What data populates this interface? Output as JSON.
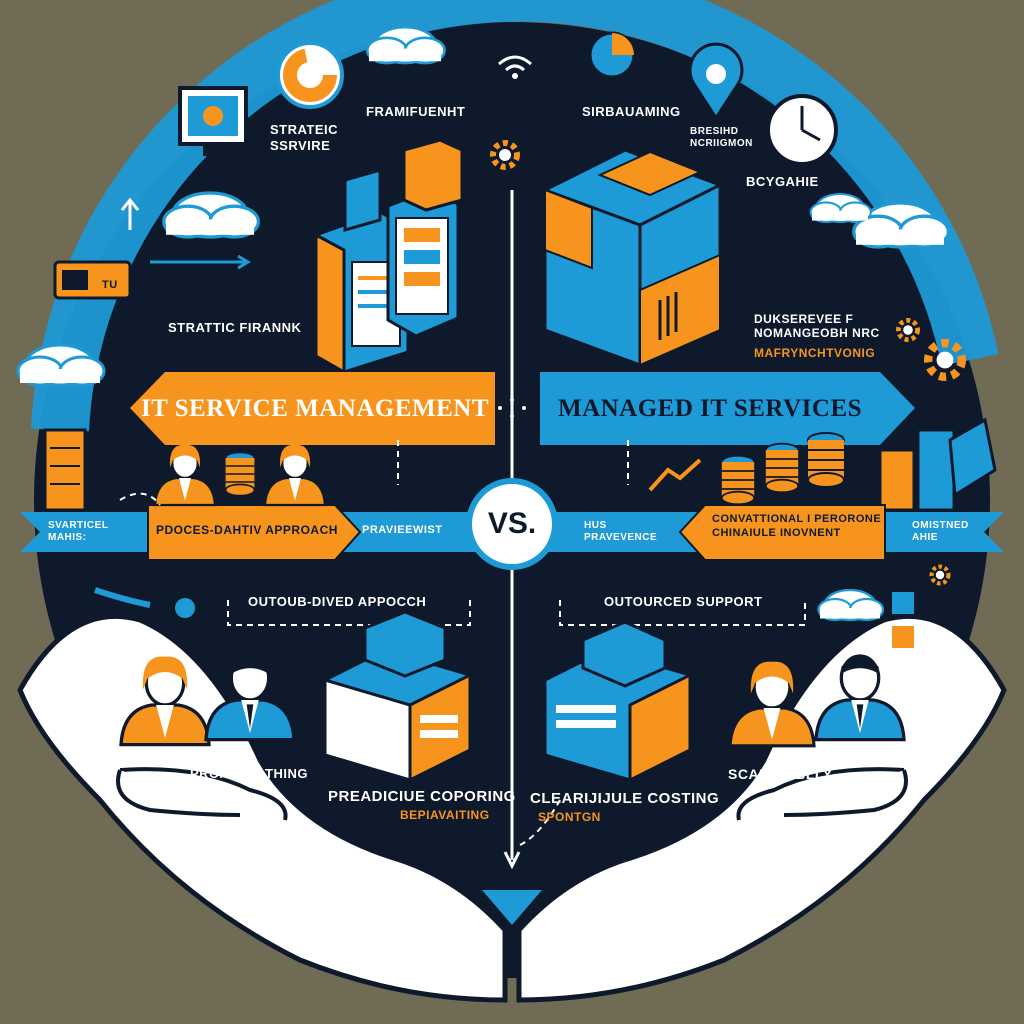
{
  "colors": {
    "background": "#706b55",
    "circle": "#0e1a2b",
    "blue": "#1e9ad6",
    "orange": "#f7941d",
    "white": "#ffffff"
  },
  "center": {
    "vs": "VS."
  },
  "left": {
    "banner": "IT SERVICE MANAGEMENT",
    "top_labels": [
      "STRATEIC SSRVIRE",
      "FRAMIFUENHT",
      "STRATTIC FIRANNK"
    ],
    "ribbon_left": "SVARTICEL MAHIS:",
    "ribbon_process": "PDOCES-DAHTIV APPROACH",
    "ribbon_right": "PRAVIEEWIST",
    "approach": "OUTOUB-DIVED APPOCCH",
    "people_caption": "PROAPEVATHING",
    "bottom_primary": "PREADICIUE COPORING",
    "bottom_secondary": "BEPIAVAITING"
  },
  "right": {
    "banner": "MANAGED IT SERVICES",
    "top_labels": [
      "SIRBAUAMING",
      "BRESIHD NCRIIGMON",
      "BCYGAHIE"
    ],
    "side_label_1": "DUKSEREVEE F NOMANGEOBH NRC",
    "side_label_2": "MAFRYNCHTVONIG",
    "ribbon_left": "HUS PRAVEVENCE",
    "ribbon_process": "CONVATTIONAL I PERORONE CHINAIULE INOVNENT",
    "ribbon_right": "OMISTNED AHIE",
    "support": "OUTOURCED SUPPORT",
    "people_caption": "SCALAMIBLLY",
    "bottom_primary": "CLEARIJIJULE COSTING",
    "bottom_secondary": "SPONTGN"
  },
  "icons": [
    "cloud-icon",
    "gear-icon",
    "clock-icon",
    "location-pin-icon",
    "wifi-icon",
    "pie-chart-icon",
    "monitor-icon",
    "server-icon",
    "database-icon",
    "person-icon",
    "hand-icon",
    "arrow-icon"
  ]
}
